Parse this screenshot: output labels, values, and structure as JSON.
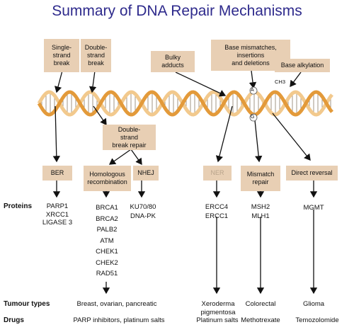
{
  "title": "Summary of DNA Repair Mechanisms",
  "damage": {
    "ssb": "Single-\nstrand\nbreak",
    "dsb": "Double-\nstrand\nbreak",
    "bulky": "Bulky\nadducts",
    "mismatch": "Base mismatches,\ninsertions\nand deletions",
    "alkylation": "Base alkylation",
    "ch3": "CH3",
    "base_a": "A",
    "base_g": "G"
  },
  "dsb_repair": "Double-\nstrand\nbreak repair",
  "pathways": {
    "ber": "BER",
    "hr": "Homologous\nrecombination",
    "nhej": "NHEJ",
    "ner": "NER",
    "mmr": "Mismatch\nrepair",
    "direct": "Direct reversal"
  },
  "row_labels": {
    "proteins": "Proteins",
    "tumours": "Tumour types",
    "drugs": "Drugs"
  },
  "proteins": {
    "ber": "PARP1\nXRCC1\nLIGASE 3",
    "hr": "BRCA1\nBRCA2\nPALB2\nATM\nCHEK1\nCHEK2\nRAD51",
    "nhej": "KU70/80\nDNA-PK",
    "ner": "ERCC4\nERCC1",
    "mmr": "MSH2\nMLH1",
    "direct": "MGMT"
  },
  "tumours": {
    "hr": "Breast, ovarian, pancreatic",
    "ner": "Xeroderma\npigmentosa",
    "mmr": "Colorectal",
    "direct": "Glioma"
  },
  "drugs": {
    "hr": "PARP inhibitors, platinum salts",
    "ner": "Platinum salts",
    "mmr": "Methotrexate",
    "direct": "Temozolomide"
  },
  "colors": {
    "title": "#2e2a8c",
    "box": "#e8cfb4",
    "strand": "#e39a3a",
    "strand_back": "#f2c98d",
    "ner_text": "#b9a48c"
  }
}
